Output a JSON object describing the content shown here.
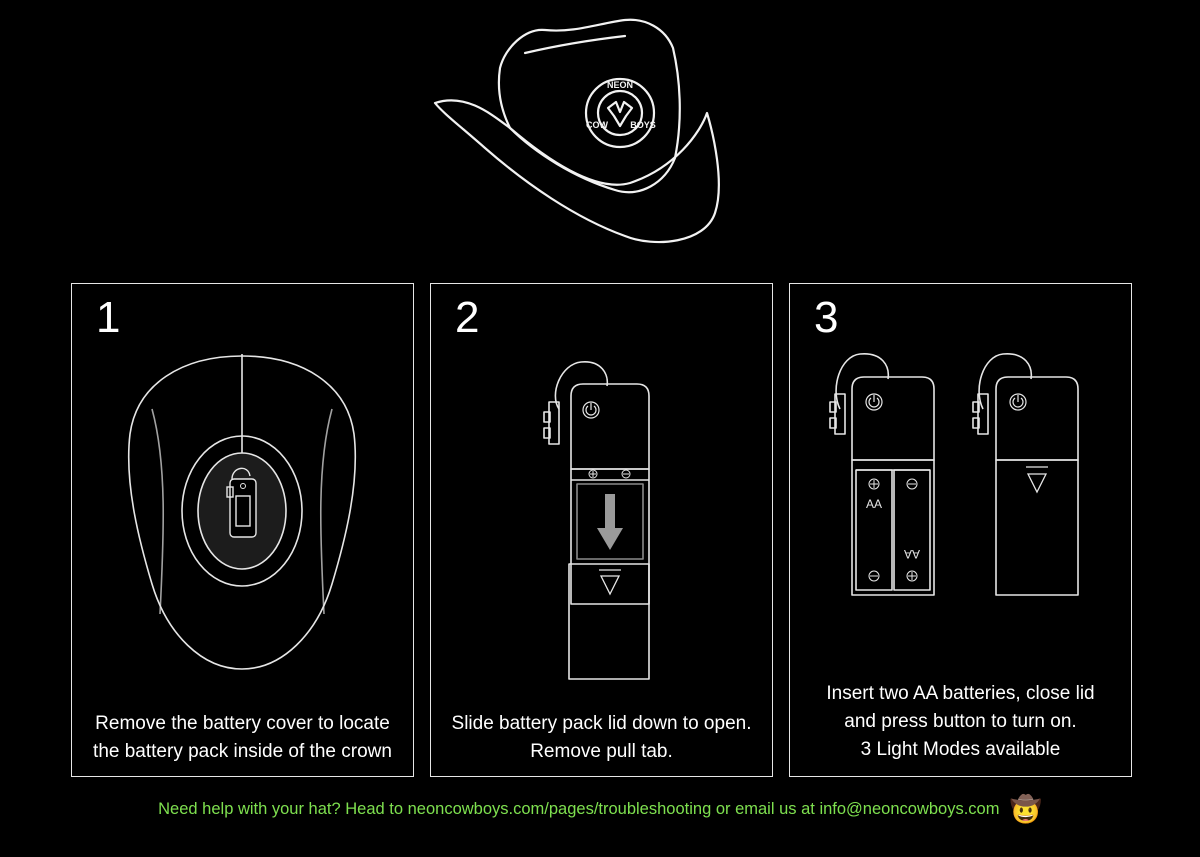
{
  "hat": {
    "badge_text_top": "NEON",
    "badge_text_left": "COW",
    "badge_text_right": "BOYS"
  },
  "steps": [
    {
      "number": "1",
      "caption_lines": [
        "Remove the battery cover to locate",
        "the battery pack inside of the crown"
      ]
    },
    {
      "number": "2",
      "caption_lines": [
        "Slide battery pack lid down to open.",
        "Remove pull tab."
      ]
    },
    {
      "number": "3",
      "caption_lines": [
        "Insert two AA batteries, close lid",
        "and press button to turn on.",
        "3 Light Modes available"
      ],
      "battery_label": "AA"
    }
  ],
  "footer": {
    "text": "Need help with your hat? Head to neoncowboys.com/pages/troubleshooting or email us at info@neoncowboys.com",
    "emoji": "🤠",
    "color": "#7ee04f"
  },
  "icons": [
    "cowboy-hat-icon",
    "power-button-icon",
    "down-arrow-icon",
    "plus-icon",
    "minus-icon",
    "triangle-down-icon"
  ]
}
